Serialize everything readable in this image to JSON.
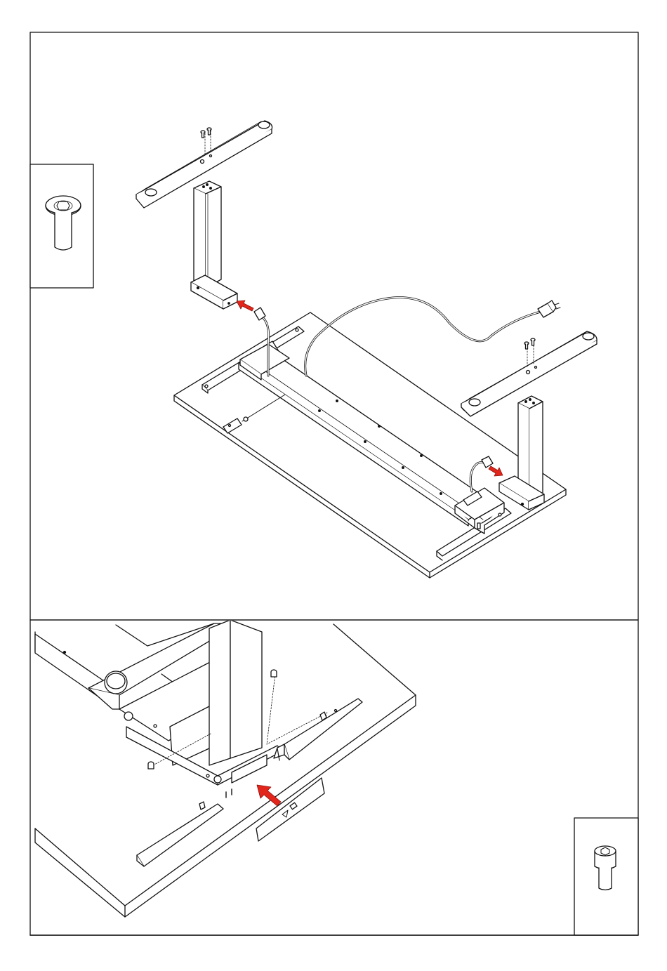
{
  "page": {
    "panels": [
      {
        "id": "panel-1",
        "subject": "mount-legs-and-connect-cables"
      },
      {
        "id": "panel-2",
        "subject": "attach-cover-and-screws"
      }
    ],
    "callouts": [
      {
        "id": "callout-countersunk-screw",
        "icon": "countersunk-screw-icon"
      },
      {
        "id": "callout-cap-screw",
        "icon": "socket-cap-screw-icon"
      }
    ],
    "colors": {
      "stroke": "#111111",
      "fill": "#ffffff",
      "arrow": "#e3261b",
      "arrow_stroke": "#8a0f0a"
    }
  }
}
